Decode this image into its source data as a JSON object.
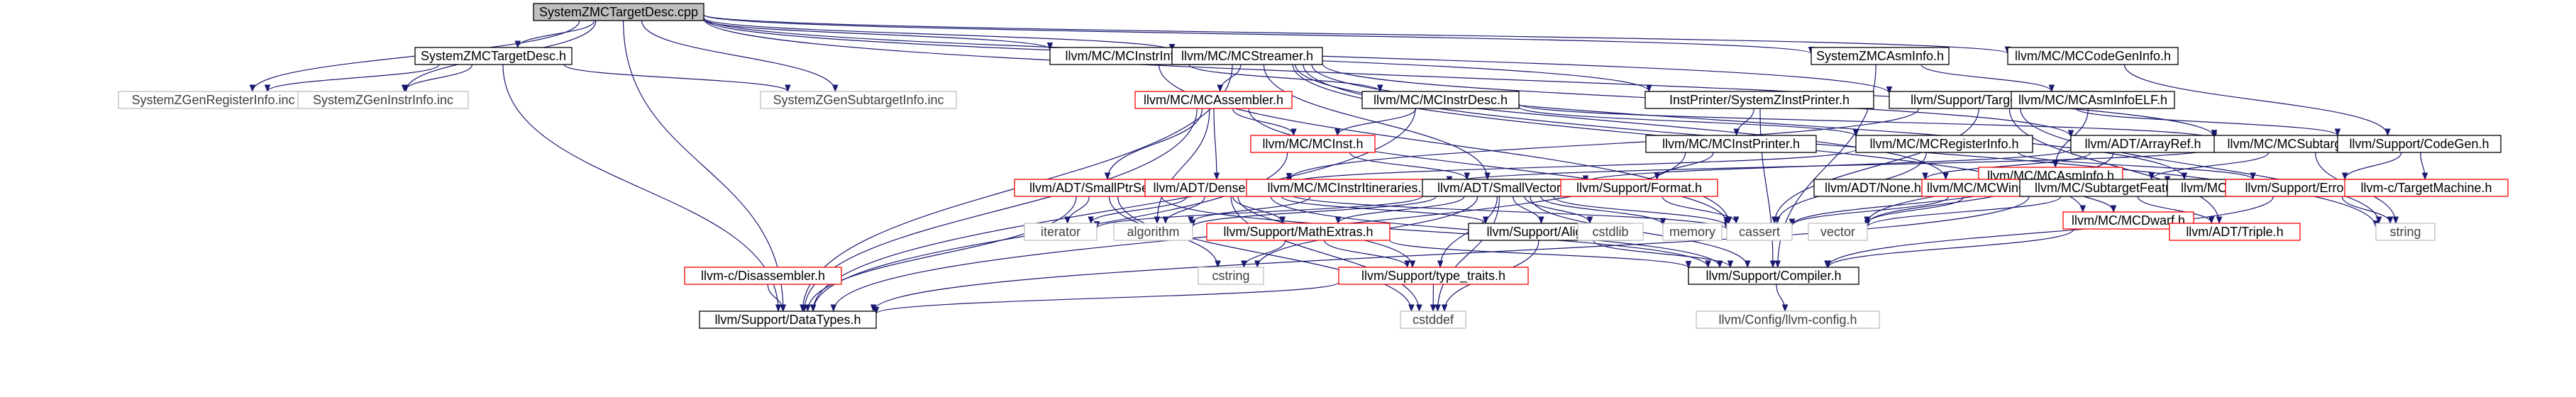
{
  "diagram": {
    "colors": {
      "edge": "#191970",
      "box_border": "#000000",
      "box_border_linked": "#ff0000",
      "box_border_external": "#bfbfbf",
      "root_fill": "#bfbfbf",
      "text": "#000000",
      "text_external": "#404040"
    },
    "nodes": [
      {
        "id": "root",
        "label": "SystemZMCTargetDesc.cpp",
        "kind": "root"
      },
      {
        "id": "SysTD",
        "label": "SystemZMCTargetDesc.h",
        "kind": "normal"
      },
      {
        "id": "MCInstrInfo",
        "label": "llvm/MC/MCInstrInfo.h",
        "kind": "normal"
      },
      {
        "id": "MCStreamer",
        "label": "llvm/MC/MCStreamer.h",
        "kind": "normal"
      },
      {
        "id": "SysAsmInfo",
        "label": "SystemZMCAsmInfo.h",
        "kind": "normal"
      },
      {
        "id": "MCCodeGenInfo",
        "label": "llvm/MC/MCCodeGenInfo.h",
        "kind": "normal"
      },
      {
        "id": "SZGenReg",
        "label": "SystemZGenRegisterInfo.inc",
        "kind": "external"
      },
      {
        "id": "SZGenInstr",
        "label": "SystemZGenInstrInfo.inc",
        "kind": "external"
      },
      {
        "id": "SZGenSub",
        "label": "SystemZGenSubtargetInfo.inc",
        "kind": "external"
      },
      {
        "id": "MCAssembler",
        "label": "llvm/MC/MCAssembler.h",
        "kind": "linked"
      },
      {
        "id": "MCInstrDesc",
        "label": "llvm/MC/MCInstrDesc.h",
        "kind": "normal"
      },
      {
        "id": "InstPrinter",
        "label": "InstPrinter/SystemZInstPrinter.h",
        "kind": "normal"
      },
      {
        "id": "TargetRegistry",
        "label": "llvm/Support/TargetRegistry.h",
        "kind": "normal"
      },
      {
        "id": "MCAsmInfoELF",
        "label": "llvm/MC/MCAsmInfoELF.h",
        "kind": "normal"
      },
      {
        "id": "MCInst",
        "label": "llvm/MC/MCInst.h",
        "kind": "linked"
      },
      {
        "id": "MCInstPrinter",
        "label": "llvm/MC/MCInstPrinter.h",
        "kind": "normal"
      },
      {
        "id": "MCRegisterInfo",
        "label": "llvm/MC/MCRegisterInfo.h",
        "kind": "normal"
      },
      {
        "id": "ArrayRef",
        "label": "llvm/ADT/ArrayRef.h",
        "kind": "normal"
      },
      {
        "id": "MCSubtargetInfo",
        "label": "llvm/MC/MCSubtargetInfo.h",
        "kind": "normal"
      },
      {
        "id": "MCAsmInfo",
        "label": "llvm/MC/MCAsmInfo.h",
        "kind": "linked"
      },
      {
        "id": "CodeGen",
        "label": "llvm/Support/CodeGen.h",
        "kind": "normal"
      },
      {
        "id": "SmallPtrSet",
        "label": "llvm/ADT/SmallPtrSet.h",
        "kind": "linked"
      },
      {
        "id": "DenseMap",
        "label": "llvm/ADT/DenseMap.h",
        "kind": "linked"
      },
      {
        "id": "MCInstrItin",
        "label": "llvm/MC/MCInstrItineraries.h",
        "kind": "linked"
      },
      {
        "id": "SmallVector",
        "label": "llvm/ADT/SmallVector.h",
        "kind": "normal"
      },
      {
        "id": "Format",
        "label": "llvm/Support/Format.h",
        "kind": "linked"
      },
      {
        "id": "ADTNone",
        "label": "llvm/ADT/None.h",
        "kind": "normal"
      },
      {
        "id": "MCWin64EH",
        "label": "llvm/MC/MCWin64EH.h",
        "kind": "linked"
      },
      {
        "id": "SubtargetFeature",
        "label": "llvm/MC/SubtargetFeature.h",
        "kind": "normal"
      },
      {
        "id": "MCDirectives",
        "label": "llvm/MC/MCDirectives.h",
        "kind": "normal"
      },
      {
        "id": "MCDwarf",
        "label": "llvm/MC/MCDwarf.h",
        "kind": "linked"
      },
      {
        "id": "ErrorHandling",
        "label": "llvm/Support/ErrorHandling.h",
        "kind": "linked"
      },
      {
        "id": "TargetMachine",
        "label": "llvm-c/TargetMachine.h",
        "kind": "linked"
      },
      {
        "id": "iterator",
        "label": "iterator",
        "kind": "external"
      },
      {
        "id": "algorithm",
        "label": "algorithm",
        "kind": "external"
      },
      {
        "id": "MathExtras",
        "label": "llvm/Support/MathExtras.h",
        "kind": "linked"
      },
      {
        "id": "AlignOf",
        "label": "llvm/Support/AlignOf.h",
        "kind": "normal"
      },
      {
        "id": "cstdlib",
        "label": "cstdlib",
        "kind": "external"
      },
      {
        "id": "memory",
        "label": "memory",
        "kind": "external"
      },
      {
        "id": "cassert",
        "label": "cassert",
        "kind": "external"
      },
      {
        "id": "vector",
        "label": "vector",
        "kind": "external"
      },
      {
        "id": "string",
        "label": "string",
        "kind": "external"
      },
      {
        "id": "Triple",
        "label": "llvm/ADT/Triple.h",
        "kind": "linked"
      },
      {
        "id": "Disassembler",
        "label": "llvm-c/Disassembler.h",
        "kind": "linked"
      },
      {
        "id": "cstring",
        "label": "cstring",
        "kind": "external"
      },
      {
        "id": "TypeTraits",
        "label": "llvm/Support/type_traits.h",
        "kind": "linked"
      },
      {
        "id": "Compiler",
        "label": "llvm/Support/Compiler.h",
        "kind": "normal"
      },
      {
        "id": "DataTypes",
        "label": "llvm/Support/DataTypes.h",
        "kind": "normal"
      },
      {
        "id": "cstddef",
        "label": "cstddef",
        "kind": "external"
      },
      {
        "id": "LlvmConfig",
        "label": "llvm/Config/llvm-config.h",
        "kind": "external"
      }
    ],
    "edges": [
      [
        "root",
        "SysTD"
      ],
      [
        "root",
        "MCInstrInfo"
      ],
      [
        "root",
        "MCStreamer"
      ],
      [
        "root",
        "SysAsmInfo"
      ],
      [
        "root",
        "MCCodeGenInfo"
      ],
      [
        "root",
        "SZGenReg"
      ],
      [
        "root",
        "SZGenInstr"
      ],
      [
        "root",
        "SZGenSub"
      ],
      [
        "root",
        "InstPrinter"
      ],
      [
        "root",
        "TargetRegistry"
      ],
      [
        "root",
        "MCSubtargetInfo"
      ],
      [
        "root",
        "DataTypes"
      ],
      [
        "SysTD",
        "SZGenReg"
      ],
      [
        "SysTD",
        "SZGenInstr"
      ],
      [
        "SysTD",
        "SZGenSub"
      ],
      [
        "SysTD",
        "DataTypes"
      ],
      [
        "MCInstrInfo",
        "MCInstrDesc"
      ],
      [
        "MCInstrInfo",
        "cassert"
      ],
      [
        "MCStreamer",
        "MCAssembler"
      ],
      [
        "MCStreamer",
        "ArrayRef"
      ],
      [
        "MCStreamer",
        "SmallVector"
      ],
      [
        "MCStreamer",
        "MCWin64EH"
      ],
      [
        "MCStreamer",
        "MCDirectives"
      ],
      [
        "MCStreamer",
        "MCDwarf"
      ],
      [
        "MCStreamer",
        "string"
      ],
      [
        "MCStreamer",
        "DataTypes"
      ],
      [
        "SysAsmInfo",
        "MCAsmInfoELF"
      ],
      [
        "SysAsmInfo",
        "Compiler"
      ],
      [
        "MCCodeGenInfo",
        "CodeGen"
      ],
      [
        "MCAssembler",
        "MCInst"
      ],
      [
        "MCAssembler",
        "SmallPtrSet"
      ],
      [
        "MCAssembler",
        "DenseMap"
      ],
      [
        "MCAssembler",
        "algorithm"
      ],
      [
        "MCAssembler",
        "cassert"
      ],
      [
        "MCAssembler",
        "DataTypes"
      ],
      [
        "MCInstrDesc",
        "MCInst"
      ],
      [
        "MCInstrDesc",
        "MCRegisterInfo"
      ],
      [
        "MCInstrDesc",
        "MCSubtargetInfo"
      ],
      [
        "MCInstrDesc",
        "DataTypes"
      ],
      [
        "InstPrinter",
        "MCInstPrinter"
      ],
      [
        "InstPrinter",
        "Compiler"
      ],
      [
        "TargetRegistry",
        "CodeGen"
      ],
      [
        "TargetRegistry",
        "Triple"
      ],
      [
        "TargetRegistry",
        "string"
      ],
      [
        "TargetRegistry",
        "cassert"
      ],
      [
        "TargetRegistry",
        "DenseMap"
      ],
      [
        "MCAsmInfoELF",
        "MCAsmInfo"
      ],
      [
        "MCAsmInfo",
        "MCDirectives"
      ],
      [
        "MCAsmInfo",
        "MCDwarf"
      ],
      [
        "MCAsmInfo",
        "cassert"
      ],
      [
        "MCAsmInfo",
        "vector"
      ],
      [
        "CodeGen",
        "TargetMachine"
      ],
      [
        "CodeGen",
        "ErrorHandling"
      ],
      [
        "MCInst",
        "SmallVector"
      ],
      [
        "MCInst",
        "DataTypes"
      ],
      [
        "MCInstPrinter",
        "Format"
      ],
      [
        "MCInstPrinter",
        "DataTypes"
      ],
      [
        "MCRegisterInfo",
        "DenseMap"
      ],
      [
        "MCRegisterInfo",
        "ErrorHandling"
      ],
      [
        "MCRegisterInfo",
        "cassert"
      ],
      [
        "ArrayRef",
        "ADTNone"
      ],
      [
        "ArrayRef",
        "SmallVector"
      ],
      [
        "ArrayRef",
        "vector"
      ],
      [
        "MCSubtargetInfo",
        "SubtargetFeature"
      ],
      [
        "MCSubtargetInfo",
        "MCInstrItin"
      ],
      [
        "MCSubtargetInfo",
        "string"
      ],
      [
        "SmallPtrSet",
        "cstring"
      ],
      [
        "SmallPtrSet",
        "iterator"
      ],
      [
        "SmallPtrSet",
        "cstddef"
      ],
      [
        "SmallPtrSet",
        "Compiler"
      ],
      [
        "SmallPtrSet",
        "DataTypes"
      ],
      [
        "DenseMap",
        "MathExtras"
      ],
      [
        "DenseMap",
        "AlignOf"
      ],
      [
        "DenseMap",
        "TypeTraits"
      ],
      [
        "DenseMap",
        "algorithm"
      ],
      [
        "DenseMap",
        "iterator"
      ],
      [
        "DenseMap",
        "cassert"
      ],
      [
        "DenseMap",
        "cstddef"
      ],
      [
        "DenseMap",
        "Compiler"
      ],
      [
        "MCInstrItin",
        "algorithm"
      ],
      [
        "SmallVector",
        "AlignOf"
      ],
      [
        "SmallVector",
        "MathExtras"
      ],
      [
        "SmallVector",
        "TypeTraits"
      ],
      [
        "SmallVector",
        "algorithm"
      ],
      [
        "SmallVector",
        "cassert"
      ],
      [
        "SmallVector",
        "cstddef"
      ],
      [
        "SmallVector",
        "cstdlib"
      ],
      [
        "SmallVector",
        "cstring"
      ],
      [
        "SmallVector",
        "iterator"
      ],
      [
        "SmallVector",
        "memory"
      ],
      [
        "SmallVector",
        "Compiler"
      ],
      [
        "Format",
        "cassert"
      ],
      [
        "Format",
        "cstdio"
      ],
      [
        "MCWin64EH",
        "vector"
      ],
      [
        "MCWin64EH",
        "cassert"
      ],
      [
        "SubtargetFeature",
        "vector"
      ],
      [
        "SubtargetFeature",
        "Triple"
      ],
      [
        "SubtargetFeature",
        "DataTypes"
      ],
      [
        "MCDwarf",
        "Compiler"
      ],
      [
        "ErrorHandling",
        "string"
      ],
      [
        "ErrorHandling",
        "Compiler"
      ],
      [
        "MathExtras",
        "TypeTraits"
      ],
      [
        "MathExtras",
        "cstring"
      ],
      [
        "MathExtras",
        "Compiler"
      ],
      [
        "AlignOf",
        "cstddef"
      ],
      [
        "AlignOf",
        "Compiler"
      ],
      [
        "TypeTraits",
        "cstddef"
      ],
      [
        "TypeTraits",
        "DataTypes"
      ],
      [
        "Disassembler",
        "DataTypes"
      ],
      [
        "Compiler",
        "LlvmConfig"
      ]
    ]
  }
}
